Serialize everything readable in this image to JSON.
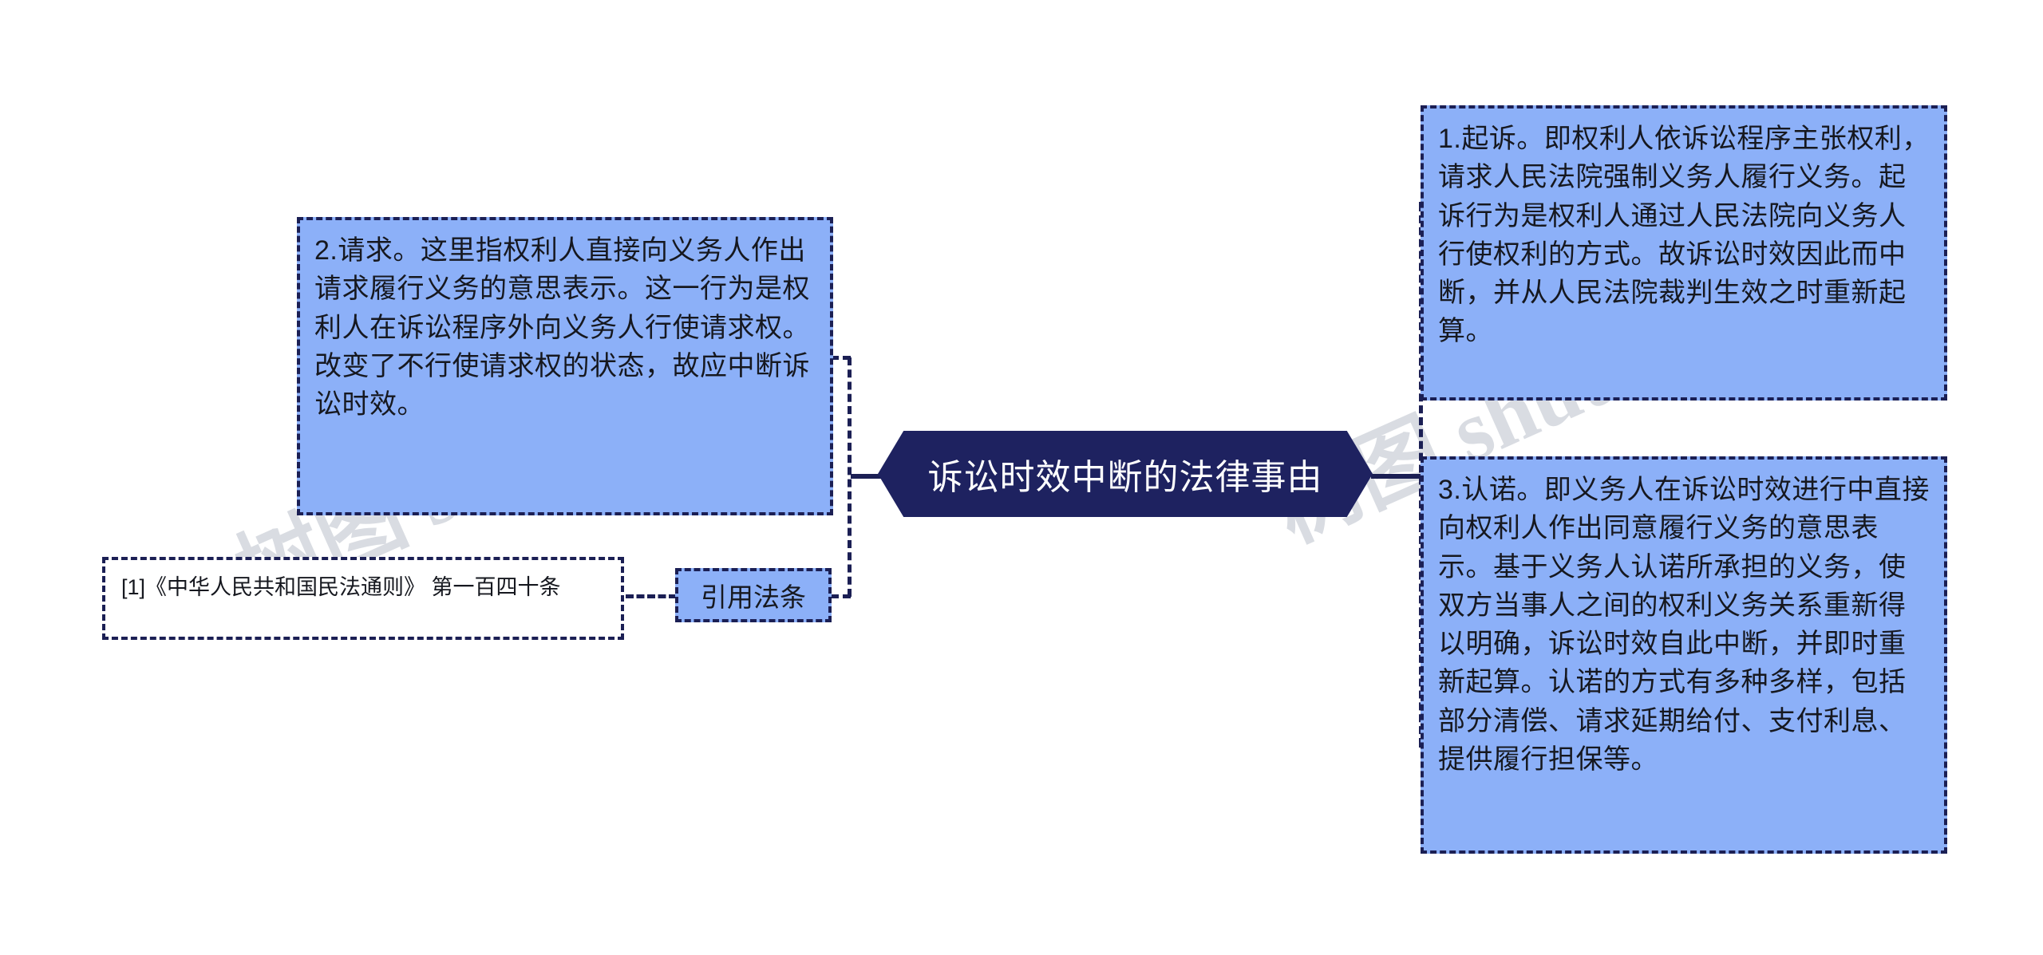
{
  "diagram": {
    "type": "mind-map",
    "title": "诉讼时效中断的法律事由",
    "background_color": "#ffffff",
    "accent_color": "#1e2260",
    "node_fill_color": "#8cb0f8",
    "border_color": "#1b1f54"
  },
  "center": {
    "label": "诉讼时效中断的法律事由"
  },
  "branches": {
    "right_top": {
      "label": "1.起诉。即权利人依诉讼程序主张权利，请求人民法院强制义务人履行义务。起诉行为是权利人通过人民法院向义务人行使权利的方式。故诉讼时效因此而中断，并从人民法院裁判生效之时重新起算。"
    },
    "right_bottom": {
      "label": "3.认诺。即义务人在诉讼时效进行中直接向权利人作出同意履行义务的意思表示。基于义务人认诺所承担的义务，使双方当事人之间的权利义务关系重新得以明确，诉讼时效自此中断，并即时重新起算。认诺的方式有多种多样，包括部分清偿、请求延期给付、支付利息、提供履行担保等。"
    },
    "left_top": {
      "label": "2.请求。这里指权利人直接向义务人作出请求履行义务的意思表示。这一行为是权利人在诉讼程序外向义务人行使请求权。改变了不行使请求权的状态，故应中断诉讼时效。"
    },
    "left_bottom": {
      "label": "引用法条"
    },
    "citation": {
      "label": "[1]《中华人民共和国民法通则》 第一百四十条"
    }
  },
  "watermarks": {
    "left": "树图 shutu.cn",
    "right": "树图 shutu.cn"
  }
}
